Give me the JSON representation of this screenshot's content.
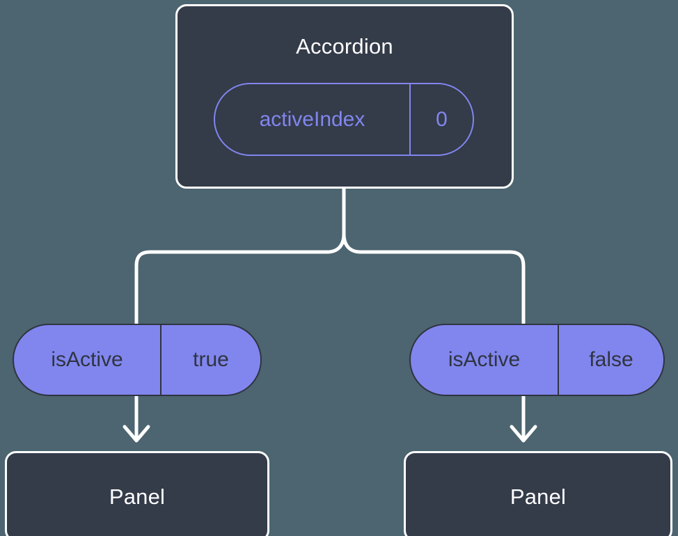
{
  "diagram": {
    "type": "component-tree",
    "background_color": "#4c6570",
    "card_fill_color": "#343b49",
    "card_border_color": "#ffffff",
    "accent_color": "#8186ee",
    "connector_color": "#ffffff",
    "pill_text_color": "#2f3440",
    "root": {
      "title": "Accordion",
      "state": {
        "key": "activeIndex",
        "value": "0"
      }
    },
    "children": [
      {
        "prop": {
          "key": "isActive",
          "value": "true"
        },
        "component": {
          "title": "Panel"
        }
      },
      {
        "prop": {
          "key": "isActive",
          "value": "false"
        },
        "component": {
          "title": "Panel"
        }
      }
    ]
  }
}
